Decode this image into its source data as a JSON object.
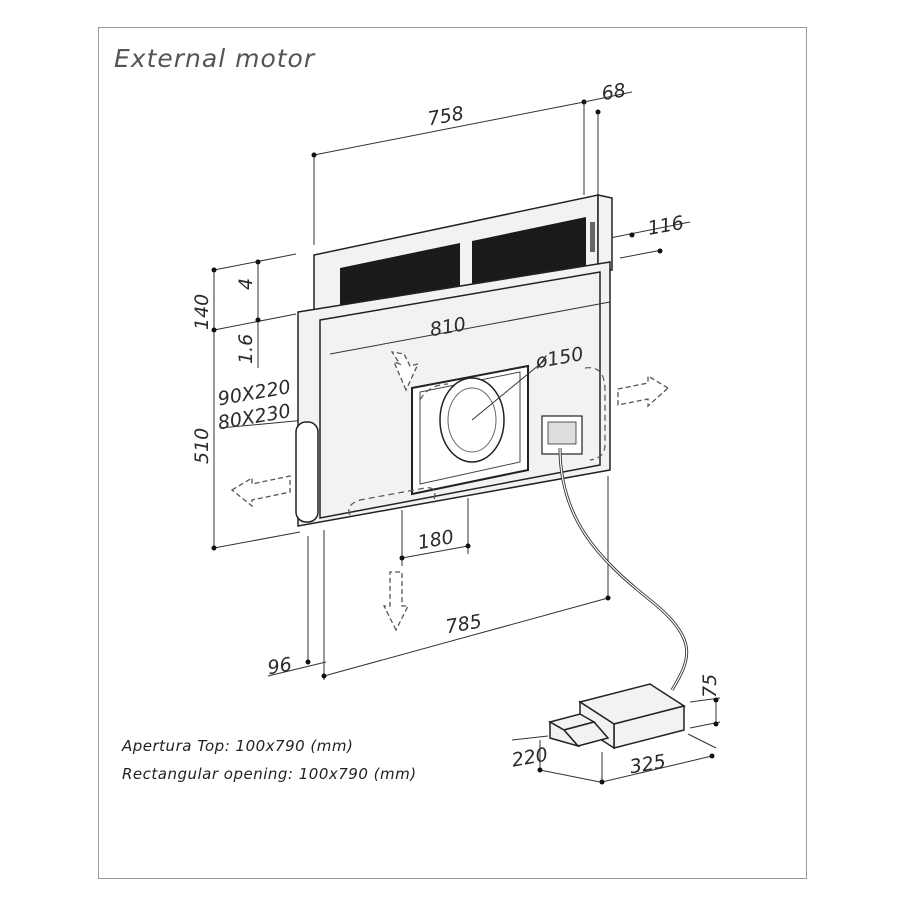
{
  "title": "External motor",
  "dimensions": {
    "width_top": "758",
    "depth_top": "68",
    "side_depth": "116",
    "height_top": "140",
    "gap": "4",
    "inner_width": "810",
    "thickness": "1.6",
    "duct_diameter": "ø150",
    "side_opening_1": "90X220",
    "side_opening_2": "80X230",
    "body_height": "510",
    "bottom_opening": "180",
    "bottom_width": "785",
    "bottom_depth": "96",
    "motor_height": "75",
    "motor_depth": "220",
    "motor_width": "325"
  },
  "notes": {
    "line1": "Apertura Top: 100x790 (mm)",
    "line2": "Rectangular opening: 100x790 (mm)"
  }
}
